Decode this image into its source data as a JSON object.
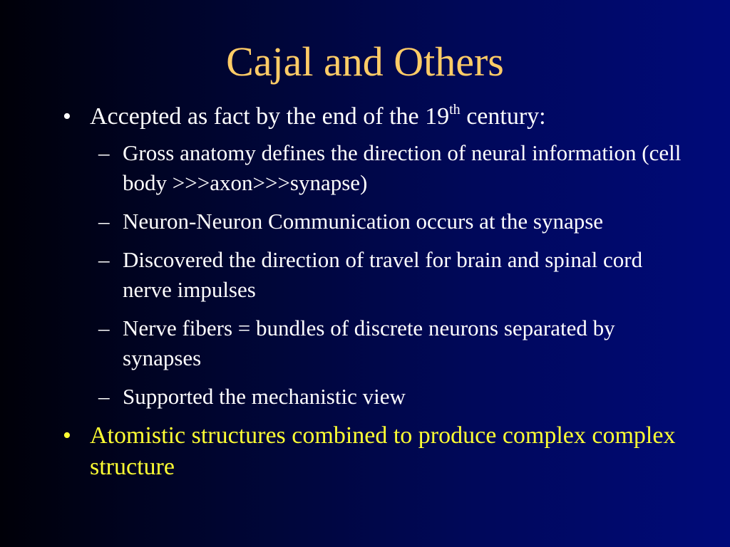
{
  "slide": {
    "title": "Cajal and Others",
    "bullets": [
      {
        "marker": "•",
        "text_before": "Accepted as fact by the end of the 19",
        "sup": "th",
        "text_after": " century:",
        "color": "#ffffff",
        "subitems": [
          {
            "marker": "–",
            "text": "Gross anatomy defines the direction of neural information (cell body >>>axon>>>synapse)"
          },
          {
            "marker": "–",
            "text": "Neuron-Neuron Communication occurs at the synapse"
          },
          {
            "marker": "–",
            "text": "Discovered the direction of travel for brain and spinal cord nerve impulses"
          },
          {
            "marker": "–",
            "text": "Nerve fibers = bundles of discrete neurons separated by synapses"
          },
          {
            "marker": "–",
            "text": "Supported the mechanistic view"
          }
        ]
      },
      {
        "marker": "•",
        "text": "Atomistic structures combined to produce complex complex structure",
        "color": "#ffff33"
      }
    ]
  },
  "colors": {
    "title": "#ffcc66",
    "body": "#ffffff",
    "highlight": "#ffff33",
    "background_dark": "#000008",
    "background_blue": "#000a7a"
  }
}
